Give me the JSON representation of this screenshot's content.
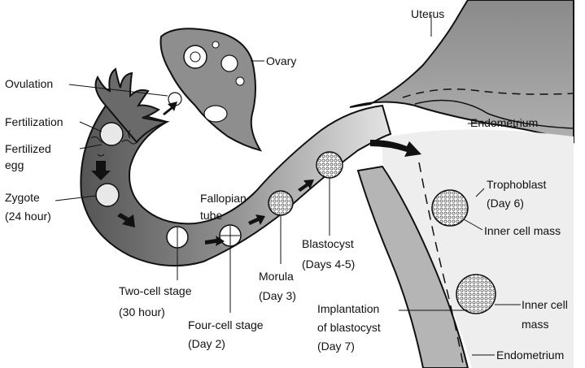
{
  "labels": {
    "uterus": "Uterus",
    "ovary": "Ovary",
    "ovulation": "Ovulation",
    "fertilization": "Fertilization",
    "fertilized_egg": [
      "Fertilized",
      "egg"
    ],
    "zygote": [
      "Zygote",
      "(24 hour)"
    ],
    "fallopian_tube": [
      "Fallopian",
      "tube"
    ],
    "two_cell": [
      "Two-cell stage",
      "(30 hour)"
    ],
    "four_cell": [
      "Four-cell stage",
      "(Day 2)"
    ],
    "morula": [
      "Morula",
      "(Day 3)"
    ],
    "blastocyst": [
      "Blastocyst",
      "(Days 4-5)"
    ],
    "endometrium_top": "Endometrium",
    "trophoblast": [
      "Trophoblast",
      "(Day 6)"
    ],
    "inner_cell_mass_1": "Inner cell mass",
    "inner_cell_mass_2": [
      "Inner cell",
      "mass"
    ],
    "implantation": [
      "Implantation",
      "of blastocyst",
      "(Day 7)"
    ],
    "endometrium_bottom": "Endometrium"
  },
  "colors": {
    "tube_fill": "#5f5f5f",
    "uterus_fill": "#9a9a9a",
    "ovary_fill": "#8e8e8e",
    "wall_light": "#e6e6e6",
    "cell_fill": "#ffffff",
    "ink": "#111111"
  }
}
